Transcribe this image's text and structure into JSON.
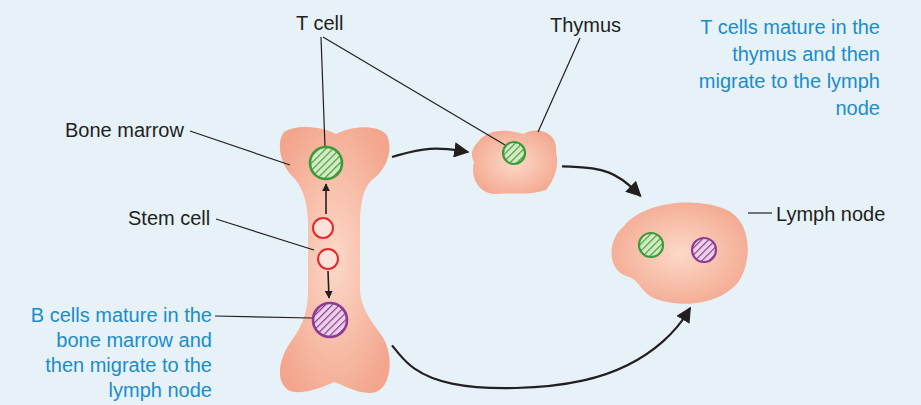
{
  "diagram": {
    "nodes": [
      {
        "text": [
          "Bone marrow"
        ]
      },
      {
        "text": [
          "Thymus"
        ]
      },
      {
        "text": [
          "Lymph node"
        ]
      }
    ],
    "edges": [
      {
        "from": 0,
        "to": 1,
        "arrow": "to"
      },
      {
        "from": 1,
        "to": 2,
        "arrow": "to"
      },
      {
        "from": 0,
        "to": 2,
        "arrow": "to"
      }
    ],
    "labels": [
      "T cell",
      "Stem cell",
      "B cells mature in the bone marrow and then migrate to the lymph node",
      "T cells mature in the thymus and then migrate to the lymph node"
    ]
  }
}
